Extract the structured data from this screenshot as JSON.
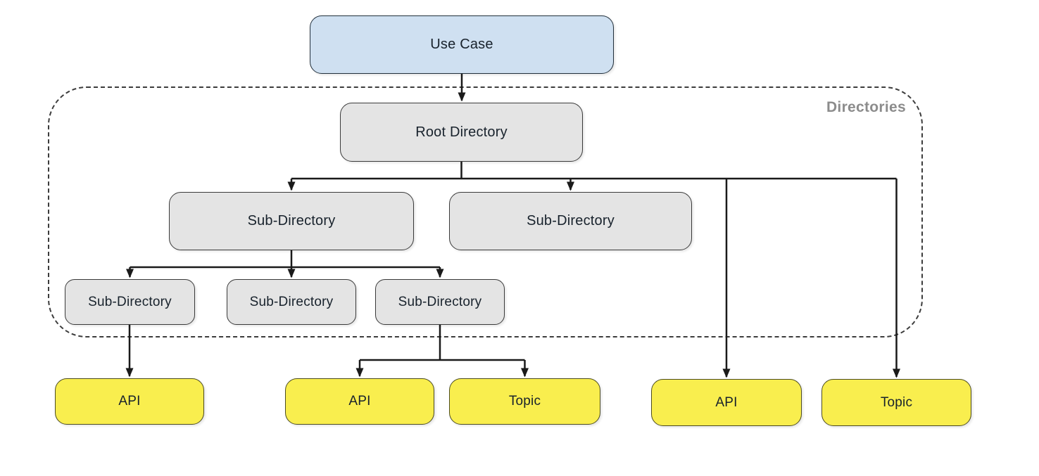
{
  "diagram": {
    "title_node": "Use Case",
    "container_label": "Directories",
    "nodes": [
      {
        "id": "use-case",
        "label": "Use Case",
        "type": "use-case"
      },
      {
        "id": "root-directory",
        "label": "Root Directory",
        "type": "directory"
      },
      {
        "id": "sub-directory-1",
        "label": "Sub-Directory",
        "type": "directory"
      },
      {
        "id": "sub-directory-2",
        "label": "Sub-Directory",
        "type": "directory"
      },
      {
        "id": "sub-directory-3",
        "label": "Sub-Directory",
        "type": "directory"
      },
      {
        "id": "sub-directory-4",
        "label": "Sub-Directory",
        "type": "directory"
      },
      {
        "id": "sub-directory-5",
        "label": "Sub-Directory",
        "type": "directory"
      },
      {
        "id": "api-1",
        "label": "API",
        "type": "endpoint"
      },
      {
        "id": "api-2",
        "label": "API",
        "type": "endpoint"
      },
      {
        "id": "topic-1",
        "label": "Topic",
        "type": "endpoint"
      },
      {
        "id": "api-3",
        "label": "API",
        "type": "endpoint"
      },
      {
        "id": "topic-2",
        "label": "Topic",
        "type": "endpoint"
      }
    ],
    "edges": [
      {
        "from": "use-case",
        "to": "root-directory"
      },
      {
        "from": "root-directory",
        "to": "sub-directory-1"
      },
      {
        "from": "root-directory",
        "to": "sub-directory-2"
      },
      {
        "from": "root-directory",
        "to": "api-3"
      },
      {
        "from": "root-directory",
        "to": "topic-2"
      },
      {
        "from": "sub-directory-1",
        "to": "sub-directory-3"
      },
      {
        "from": "sub-directory-1",
        "to": "sub-directory-4"
      },
      {
        "from": "sub-directory-1",
        "to": "sub-directory-5"
      },
      {
        "from": "sub-directory-3",
        "to": "api-1"
      },
      {
        "from": "sub-directory-5",
        "to": "api-2"
      },
      {
        "from": "sub-directory-5",
        "to": "topic-1"
      }
    ]
  },
  "colors": {
    "use_case_fill": "#cfe0f1",
    "use_case_border": "#22303c",
    "directory_fill": "#e4e4e4",
    "directory_border": "#3a3a3a",
    "endpoint_fill": "#f9ee4e",
    "endpoint_border": "#4c4c22",
    "connector": "#1a1a1a",
    "container_border": "#3c3c3c",
    "container_label": "#8c8c8c",
    "text": "#18222c"
  }
}
